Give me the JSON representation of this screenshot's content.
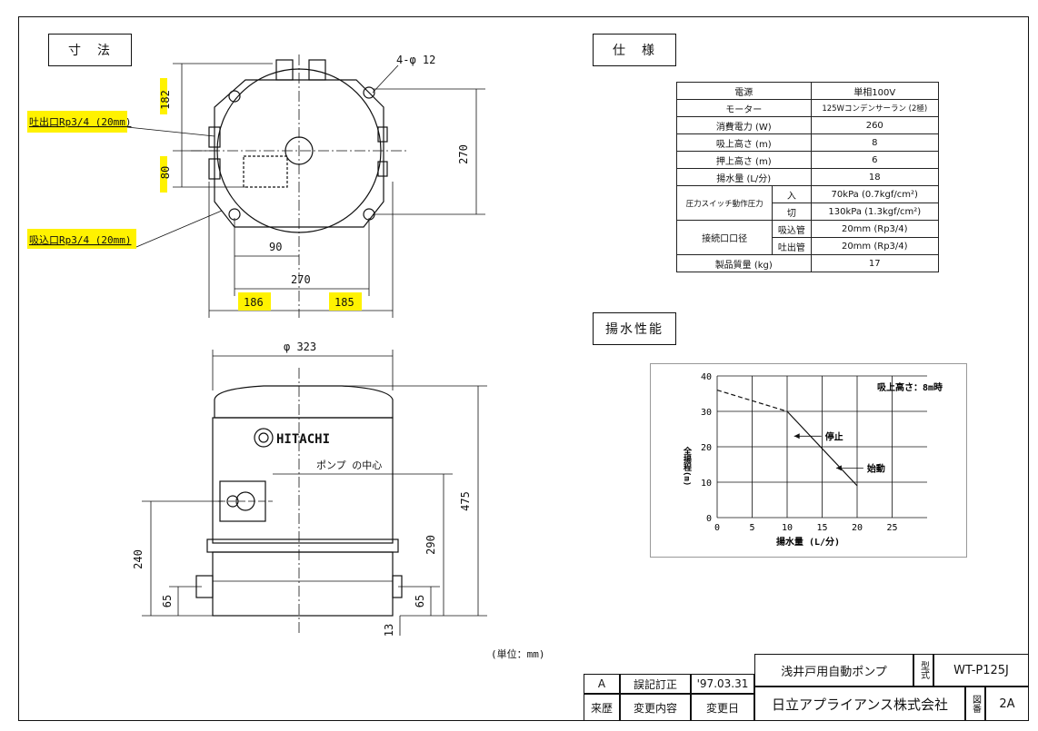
{
  "section_labels": {
    "dimensions": "寸　法",
    "specs": "仕　様",
    "performance": "揚水性能"
  },
  "drawing": {
    "top_view": {
      "hole_note": "4-φ 12",
      "outlet_label": "吐出口Rp3/4 (20mm)",
      "inlet_label": "吸込口Rp3/4 (20mm)",
      "dim_182": "182",
      "dim_80": "80",
      "dim_270_right": "270",
      "dim_90": "90",
      "dim_270_bottom": "270",
      "dim_186": "186",
      "dim_185": "185"
    },
    "front_view": {
      "dim_diameter": "φ 323",
      "brand": "HITACHI",
      "pump_center_label": "ポンプ の中心",
      "dim_475": "475",
      "dim_290": "290",
      "dim_240": "240",
      "dim_65_left": "65",
      "dim_65_right": "65",
      "dim_13": "13"
    },
    "unit_note": "(単位：mm)"
  },
  "specs": {
    "rows": [
      {
        "label": "電源",
        "value": "単相100V"
      },
      {
        "label": "モーター",
        "value": "125Wコンデンサーラン (2極)"
      },
      {
        "label": "消費電力 (W)",
        "value": "260"
      },
      {
        "label": "吸上高さ (m)",
        "value": "8"
      },
      {
        "label": "押上高さ (m)",
        "value": "6"
      },
      {
        "label": "揚水量 (L/分)",
        "value": "18"
      }
    ],
    "pressure_switch": {
      "label": "圧力スイッチ動作圧力",
      "on_label": "入",
      "on_value": "70kPa (0.7kgf/cm²)",
      "off_label": "切",
      "off_value": "130kPa (1.3kgf/cm²)"
    },
    "connection": {
      "label": "接続口口径",
      "suction_label": "吸込管",
      "suction_value": "20mm (Rp3/4)",
      "discharge_label": "吐出管",
      "discharge_value": "20mm (Rp3/4)"
    },
    "weight": {
      "label": "製品質量 (kg)",
      "value": "17"
    }
  },
  "chart_data": {
    "type": "line",
    "title": "吸上高さ：8m時",
    "xlabel": "揚水量 (L/分)",
    "ylabel": "全揚程(m)",
    "xlim": [
      0,
      30
    ],
    "ylim": [
      0,
      40
    ],
    "xticks": [
      "0",
      "5",
      "10",
      "15",
      "20",
      "25"
    ],
    "yticks": [
      "0",
      "10",
      "20",
      "30",
      "40"
    ],
    "grid": true,
    "series": [
      {
        "style": "dashed",
        "x": [
          0,
          10
        ],
        "y": [
          36,
          30
        ]
      },
      {
        "style": "solid",
        "x": [
          10,
          20
        ],
        "y": [
          30,
          9
        ]
      }
    ],
    "annotations": [
      {
        "text": "停止",
        "x": 11,
        "y": 23
      },
      {
        "text": "始動",
        "x": 17,
        "y": 14
      }
    ]
  },
  "title_block": {
    "product_name": "浅井戸用自動ポンプ",
    "model_label": "型式",
    "model": "WT-P125J",
    "revision_mark": "A",
    "revision_content": "誤記訂正",
    "revision_date": "'97.03.31",
    "history_label": "来歴",
    "change_content_label": "変更内容",
    "change_date_label": "変更日",
    "company": "日立アプライアンス株式会社",
    "drawing_no_label": "図番",
    "drawing_no": "2A"
  },
  "colors": {
    "highlight": "#fff200",
    "line": "#111111"
  }
}
